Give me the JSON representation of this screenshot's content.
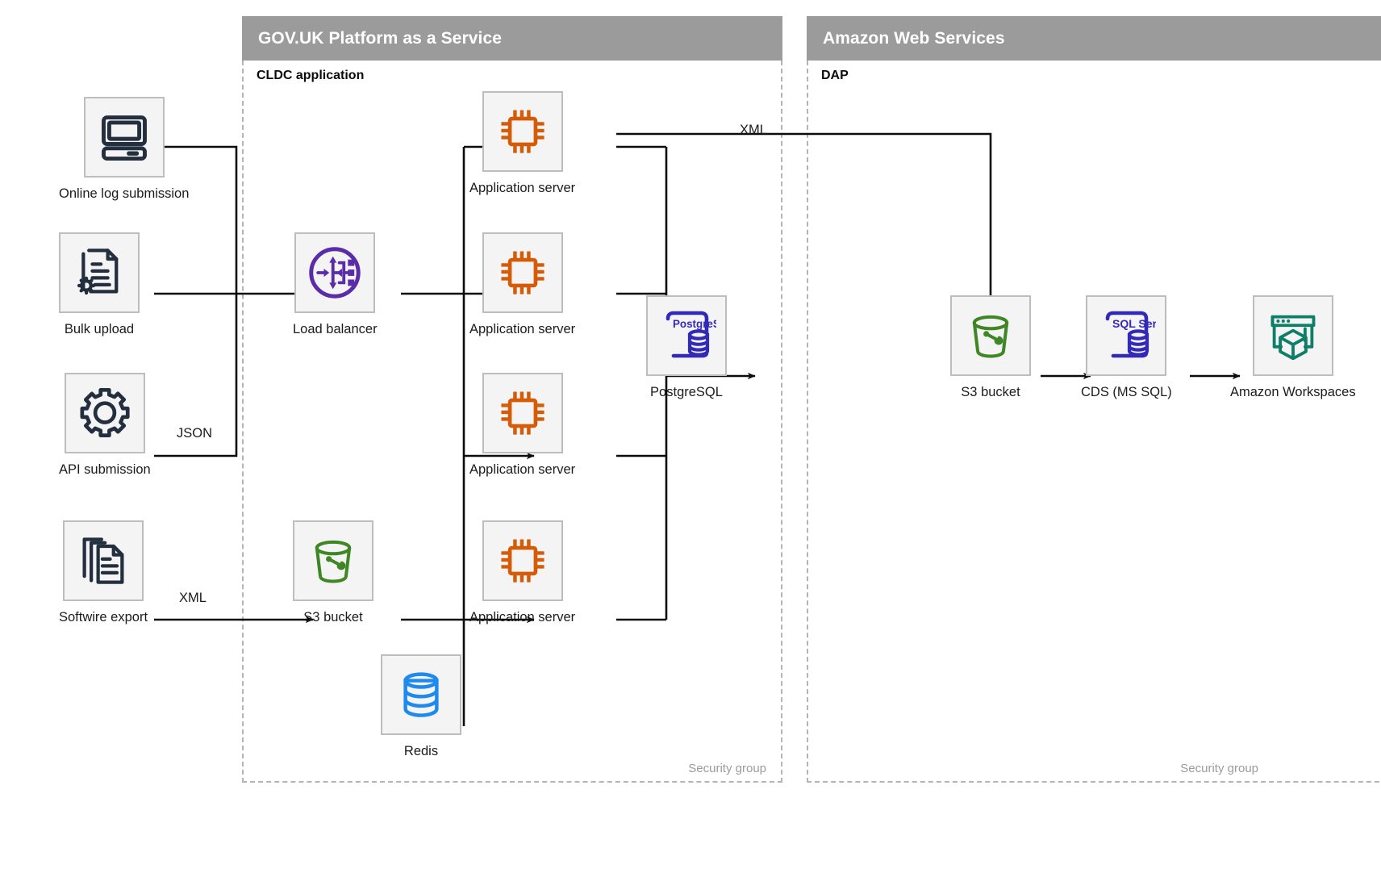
{
  "groups": [
    {
      "id": "paas",
      "title": "GOV.UK Platform as a Service",
      "subtitle": "CLDC application",
      "footer": "Security group"
    },
    {
      "id": "aws",
      "title": "Amazon Web Services",
      "subtitle": "DAP",
      "footer": "Security group"
    }
  ],
  "nodes": {
    "online_log": {
      "label": "Online log submission",
      "icon": "desktop-computer-icon",
      "color": "#232f3e"
    },
    "bulk_upload": {
      "label": "Bulk upload",
      "icon": "document-gear-icon",
      "color": "#232f3e"
    },
    "api_submission": {
      "label": "API submission",
      "icon": "gear-icon",
      "color": "#232f3e"
    },
    "softwire_export": {
      "label": "Softwire export",
      "icon": "documents-stack-icon",
      "color": "#232f3e"
    },
    "load_balancer": {
      "label": "Load balancer",
      "icon": "load-balancer-icon",
      "color": "#5b2ca8"
    },
    "s3_paas": {
      "label": "S3 bucket",
      "icon": "s3-bucket-icon",
      "color": "#3f8624"
    },
    "app_server_1": {
      "label": "Application server",
      "icon": "cpu-chip-icon",
      "color": "#d45b07"
    },
    "app_server_2": {
      "label": "Application server",
      "icon": "cpu-chip-icon",
      "color": "#d45b07"
    },
    "app_server_3": {
      "label": "Application server",
      "icon": "cpu-chip-icon",
      "color": "#d45b07"
    },
    "app_server_4": {
      "label": "Application server",
      "icon": "cpu-chip-icon",
      "color": "#d45b07"
    },
    "postgresql": {
      "label": "PostgreSQL",
      "icon": "postgresql-database-icon",
      "color": "#3329b7",
      "badge": "PostgreSQL"
    },
    "redis": {
      "label": "Redis",
      "icon": "redis-database-icon",
      "color": "#1f8aed"
    },
    "s3_aws": {
      "label": "S3 bucket",
      "icon": "s3-bucket-icon",
      "color": "#3f8624"
    },
    "cds": {
      "label": "CDS (MS SQL)",
      "icon": "sql-server-database-icon",
      "color": "#3329b7",
      "badge": "SQL Server"
    },
    "workspaces": {
      "label": "Amazon Workspaces",
      "icon": "amazon-workspaces-icon",
      "color": "#0d7e68"
    }
  },
  "edge_labels": {
    "api_json": "JSON",
    "softwire_xml": "XML",
    "app_to_s3_xml": "XML"
  },
  "colors": {
    "group_header_bg": "#9b9b9b",
    "group_border": "#b4b4b4",
    "node_box_bg": "#f4f4f4",
    "node_box_border": "#bdbdbd",
    "wire": "#0b0c0c",
    "text": "#1b1b1b",
    "muted_text": "#9b9b9b"
  }
}
